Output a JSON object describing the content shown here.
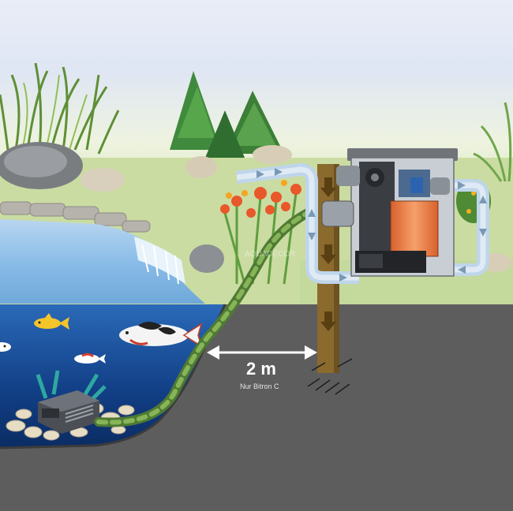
{
  "distance": {
    "value_label": "2 m",
    "note": "Nur Bitron C"
  },
  "watermark": "AQUADECOR",
  "colors": {
    "sky_top": "#dfe6f4",
    "grass": "#c9dca0",
    "ground": "#5f5e5e",
    "pond_water": "#7fb7e6",
    "deep_water": "#1b4f9c",
    "hose": "#6f9a4a",
    "pipe": "#b9d3ea",
    "uv_lamp": "#f08a55",
    "flow_arrow": "#7a5a1c"
  },
  "icons": {
    "koi": "koi-fish-icon",
    "goldfish": "goldfish-icon",
    "pump": "submersible-pump-icon",
    "filter": "pressure-filter-icon",
    "arrow": "flow-arrow-icon"
  }
}
